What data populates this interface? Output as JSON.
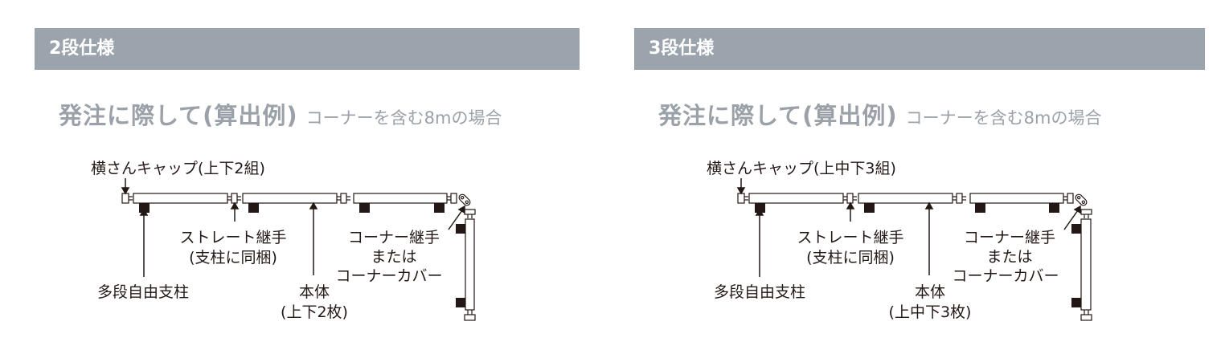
{
  "panels": [
    {
      "id": "two-tier",
      "header": "2段仕様",
      "subtitle_main": "発注に際して(算出例)",
      "subtitle_note": "コーナーを含む8mの場合",
      "labels": {
        "side_cap": "横さんキャップ(上下2組)",
        "straight_joint": "ストレート継手",
        "straight_joint_note": "(支柱に同梱)",
        "corner_joint": "コーナー継手",
        "corner_or": "または",
        "corner_cover": "コーナーカバー",
        "post": "多段自由支柱",
        "body": "本体",
        "body_note": "(上下2枚)"
      }
    },
    {
      "id": "three-tier",
      "header": "3段仕様",
      "subtitle_main": "発注に際して(算出例)",
      "subtitle_note": "コーナーを含む8mの場合",
      "labels": {
        "side_cap": "横さんキャップ(上中下3組)",
        "straight_joint": "ストレート継手",
        "straight_joint_note": "(支柱に同梱)",
        "corner_joint": "コーナー継手",
        "corner_or": "または",
        "corner_cover": "コーナーカバー",
        "post": "多段自由支柱",
        "body": "本体",
        "body_note": "(上中下3枚)"
      }
    }
  ],
  "colors": {
    "header_bg": "#9ba4ac",
    "header_text": "#ffffff",
    "subtitle_text": "#9aa1a8",
    "diagram_ink": "#231815"
  }
}
